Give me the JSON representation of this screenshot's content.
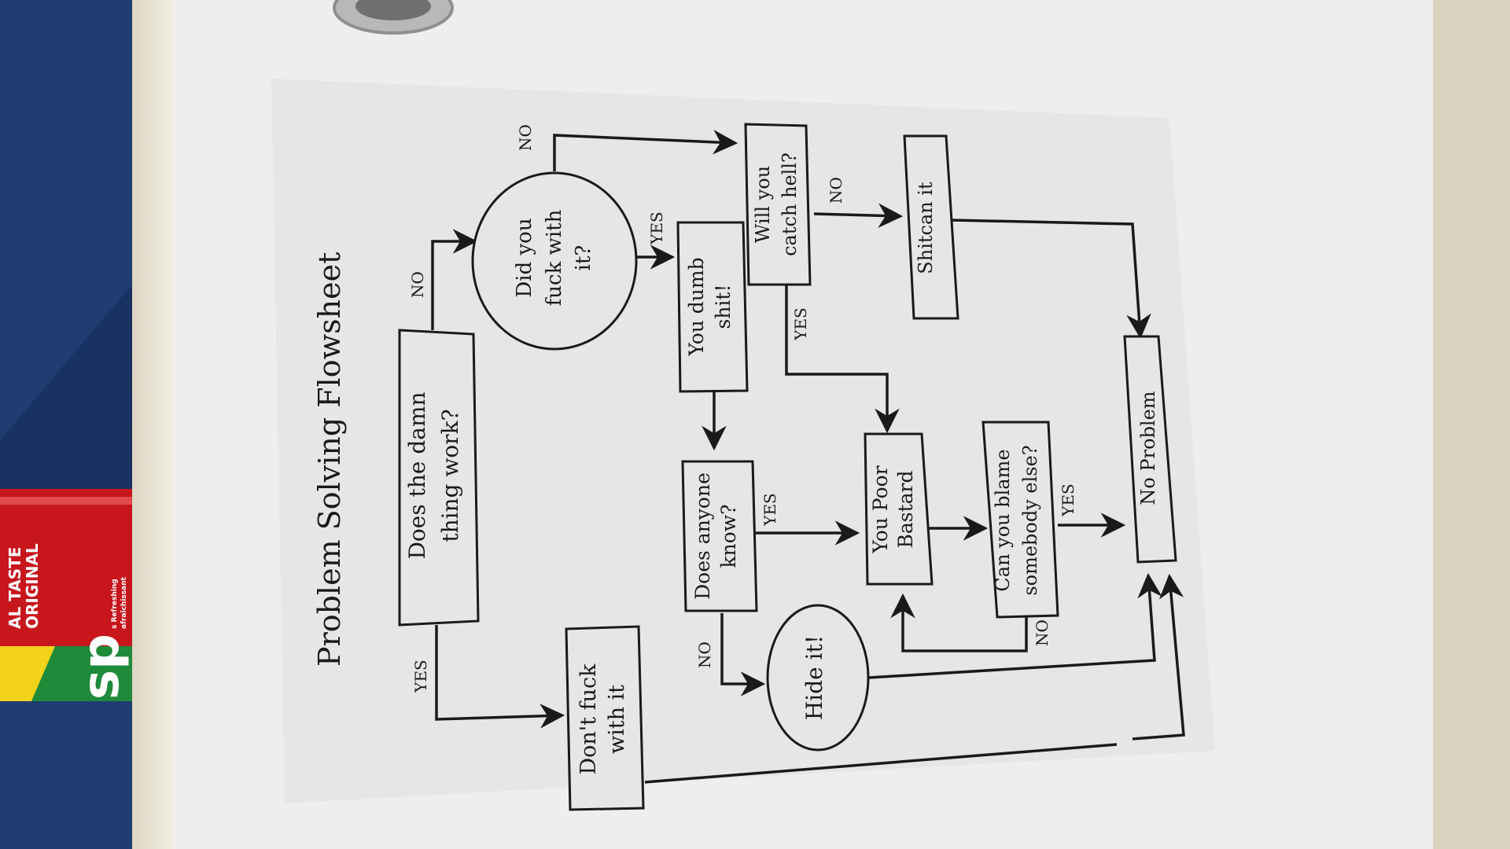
{
  "title": "Problem Solving Flowsheet",
  "can": {
    "line1": "AL TASTE",
    "line2": "ORIGINAL",
    "small1": "s Refreshing",
    "small2": "afraîchissant",
    "logo": "sp"
  },
  "nodes": {
    "works": [
      "Does the damn",
      "thing work?"
    ],
    "fucked": [
      "Did you",
      "fuck with",
      "it?"
    ],
    "dont": [
      "Don't fuck",
      "with it"
    ],
    "dumb": [
      "You dumb",
      "shit!"
    ],
    "catch": [
      "Will you",
      "catch hell?"
    ],
    "shitcan": [
      "Shitcan it"
    ],
    "anyone": [
      "Does anyone",
      "know?"
    ],
    "hide": [
      "Hide it!"
    ],
    "poor": [
      "You Poor",
      "Bastard"
    ],
    "blame": [
      "Can you blame",
      "somebody else?"
    ],
    "noproblem": [
      "No Problem"
    ]
  },
  "labels": {
    "yes": "YES",
    "no": "NO"
  },
  "colors": {
    "background": "#1f3d72",
    "tray": "#e9e4d2",
    "paper": "#e6e6e4",
    "ink": "#1a1a1a",
    "can_red": "#c8161d",
    "can_yellow": "#f2d21b",
    "can_green": "#1f8a3a"
  }
}
